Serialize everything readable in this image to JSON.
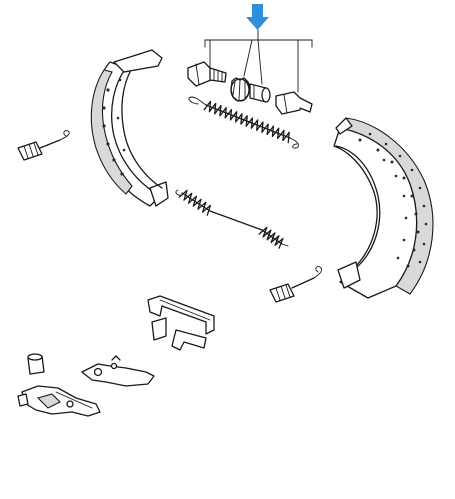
{
  "figure": {
    "kind": "exploded parts illustration",
    "parts": [
      "brake-shoe-left",
      "brake-shoe-right",
      "adjuster-screw",
      "adjuster-star-wheel",
      "adjuster-sleeve",
      "upper-return-spring",
      "lower-return-spring",
      "hold-down-spring-left",
      "hold-down-spring-right",
      "retaining-clip",
      "adjuster-lever",
      "parking-brake-lever",
      "pin-cap"
    ]
  },
  "highlight": {
    "icon": "arrow-down-icon",
    "color": "#2f8fd8"
  }
}
